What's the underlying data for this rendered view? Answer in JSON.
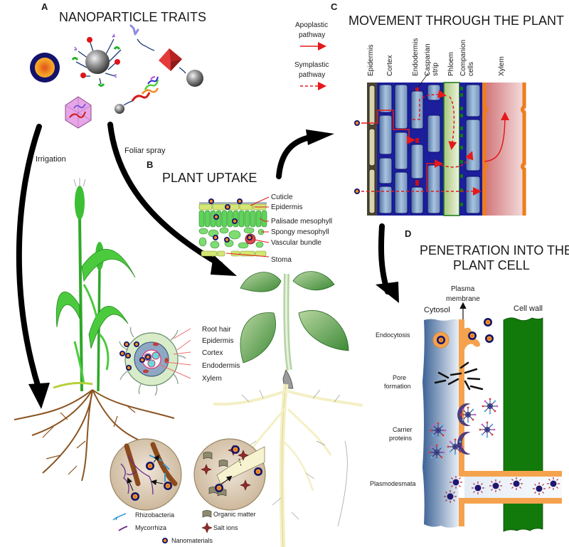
{
  "figure": {
    "panels": {
      "A": {
        "letter": "A",
        "title": "NANOPARTICLE TRAITS"
      },
      "B": {
        "letter": "B",
        "title": "PLANT UPTAKE"
      },
      "C": {
        "letter": "C",
        "title": "MOVEMENT THROUGH THE PLANT"
      },
      "D": {
        "letter": "D",
        "title_line1": "PENETRATION INTO THE",
        "title_line2": "PLANT CELL"
      }
    },
    "routes": {
      "irrigation": "Irrigation",
      "foliar_spray": "Foliar spray"
    },
    "leaf_labels": [
      "Cuticle",
      "Epidermis",
      "Palisade mesophyll",
      "Spongy mesophyll",
      "Vascular bundle",
      "Stoma"
    ],
    "root_labels": [
      "Root hair",
      "Epidermis",
      "Cortex",
      "Endodermis",
      "Xylem"
    ],
    "pathway_legend": {
      "apoplastic_line1": "Apoplastic",
      "apoplastic_line2": "pathway",
      "symplastic_line1": "Symplastic",
      "symplastic_line2": "pathway"
    },
    "tissue_columns": [
      {
        "lines": [
          "Epidermis"
        ]
      },
      {
        "lines": [
          "Cortex"
        ]
      },
      {
        "lines": [
          "Endodermis"
        ]
      },
      {
        "lines": [
          "Casparian",
          "strip"
        ]
      },
      {
        "lines": [
          "Phloem"
        ]
      },
      {
        "lines": [
          "Companion",
          "cells"
        ]
      },
      {
        "lines": [
          "Xylem"
        ]
      }
    ],
    "cell_labels": {
      "plasma_membrane_line1": "Plasma",
      "plasma_membrane_line2": "membrane",
      "cytosol": "Cytosol",
      "cell_wall": "Cell wall"
    },
    "mechanisms": {
      "endocytosis": "Endocytosis",
      "pore_line1": "Pore",
      "pore_line2": "formation",
      "carrier_line1": "Carrier",
      "carrier_line2": "proteins",
      "plasmodesmata": "Plasmodesmata"
    },
    "soil_legend": {
      "rhizobacteria": "Rhizobacteria",
      "mycorrhiza": "Mycorrhiza",
      "organic_matter": "Organic matter",
      "salt_ions": "Salt ions",
      "nanomaterials": "Nanomaterials"
    },
    "colors": {
      "np_core": "#f28a1e",
      "np_shell": "#14136b",
      "leaf_green": "#5fd35a",
      "cell_blue": "#1c1e9c",
      "xylem_orange": "#ef7d1a",
      "xylem_fill": "#d98c8c",
      "phloem": "#c9dca7",
      "path_red": "#e5191b",
      "cell_wall_green": "#127a0a",
      "membrane_orange": "#f5a24e",
      "cytosol_blue": "#4e79a8",
      "root_brown": "#8a5421",
      "soil_circle": "#d9c7ad"
    }
  }
}
